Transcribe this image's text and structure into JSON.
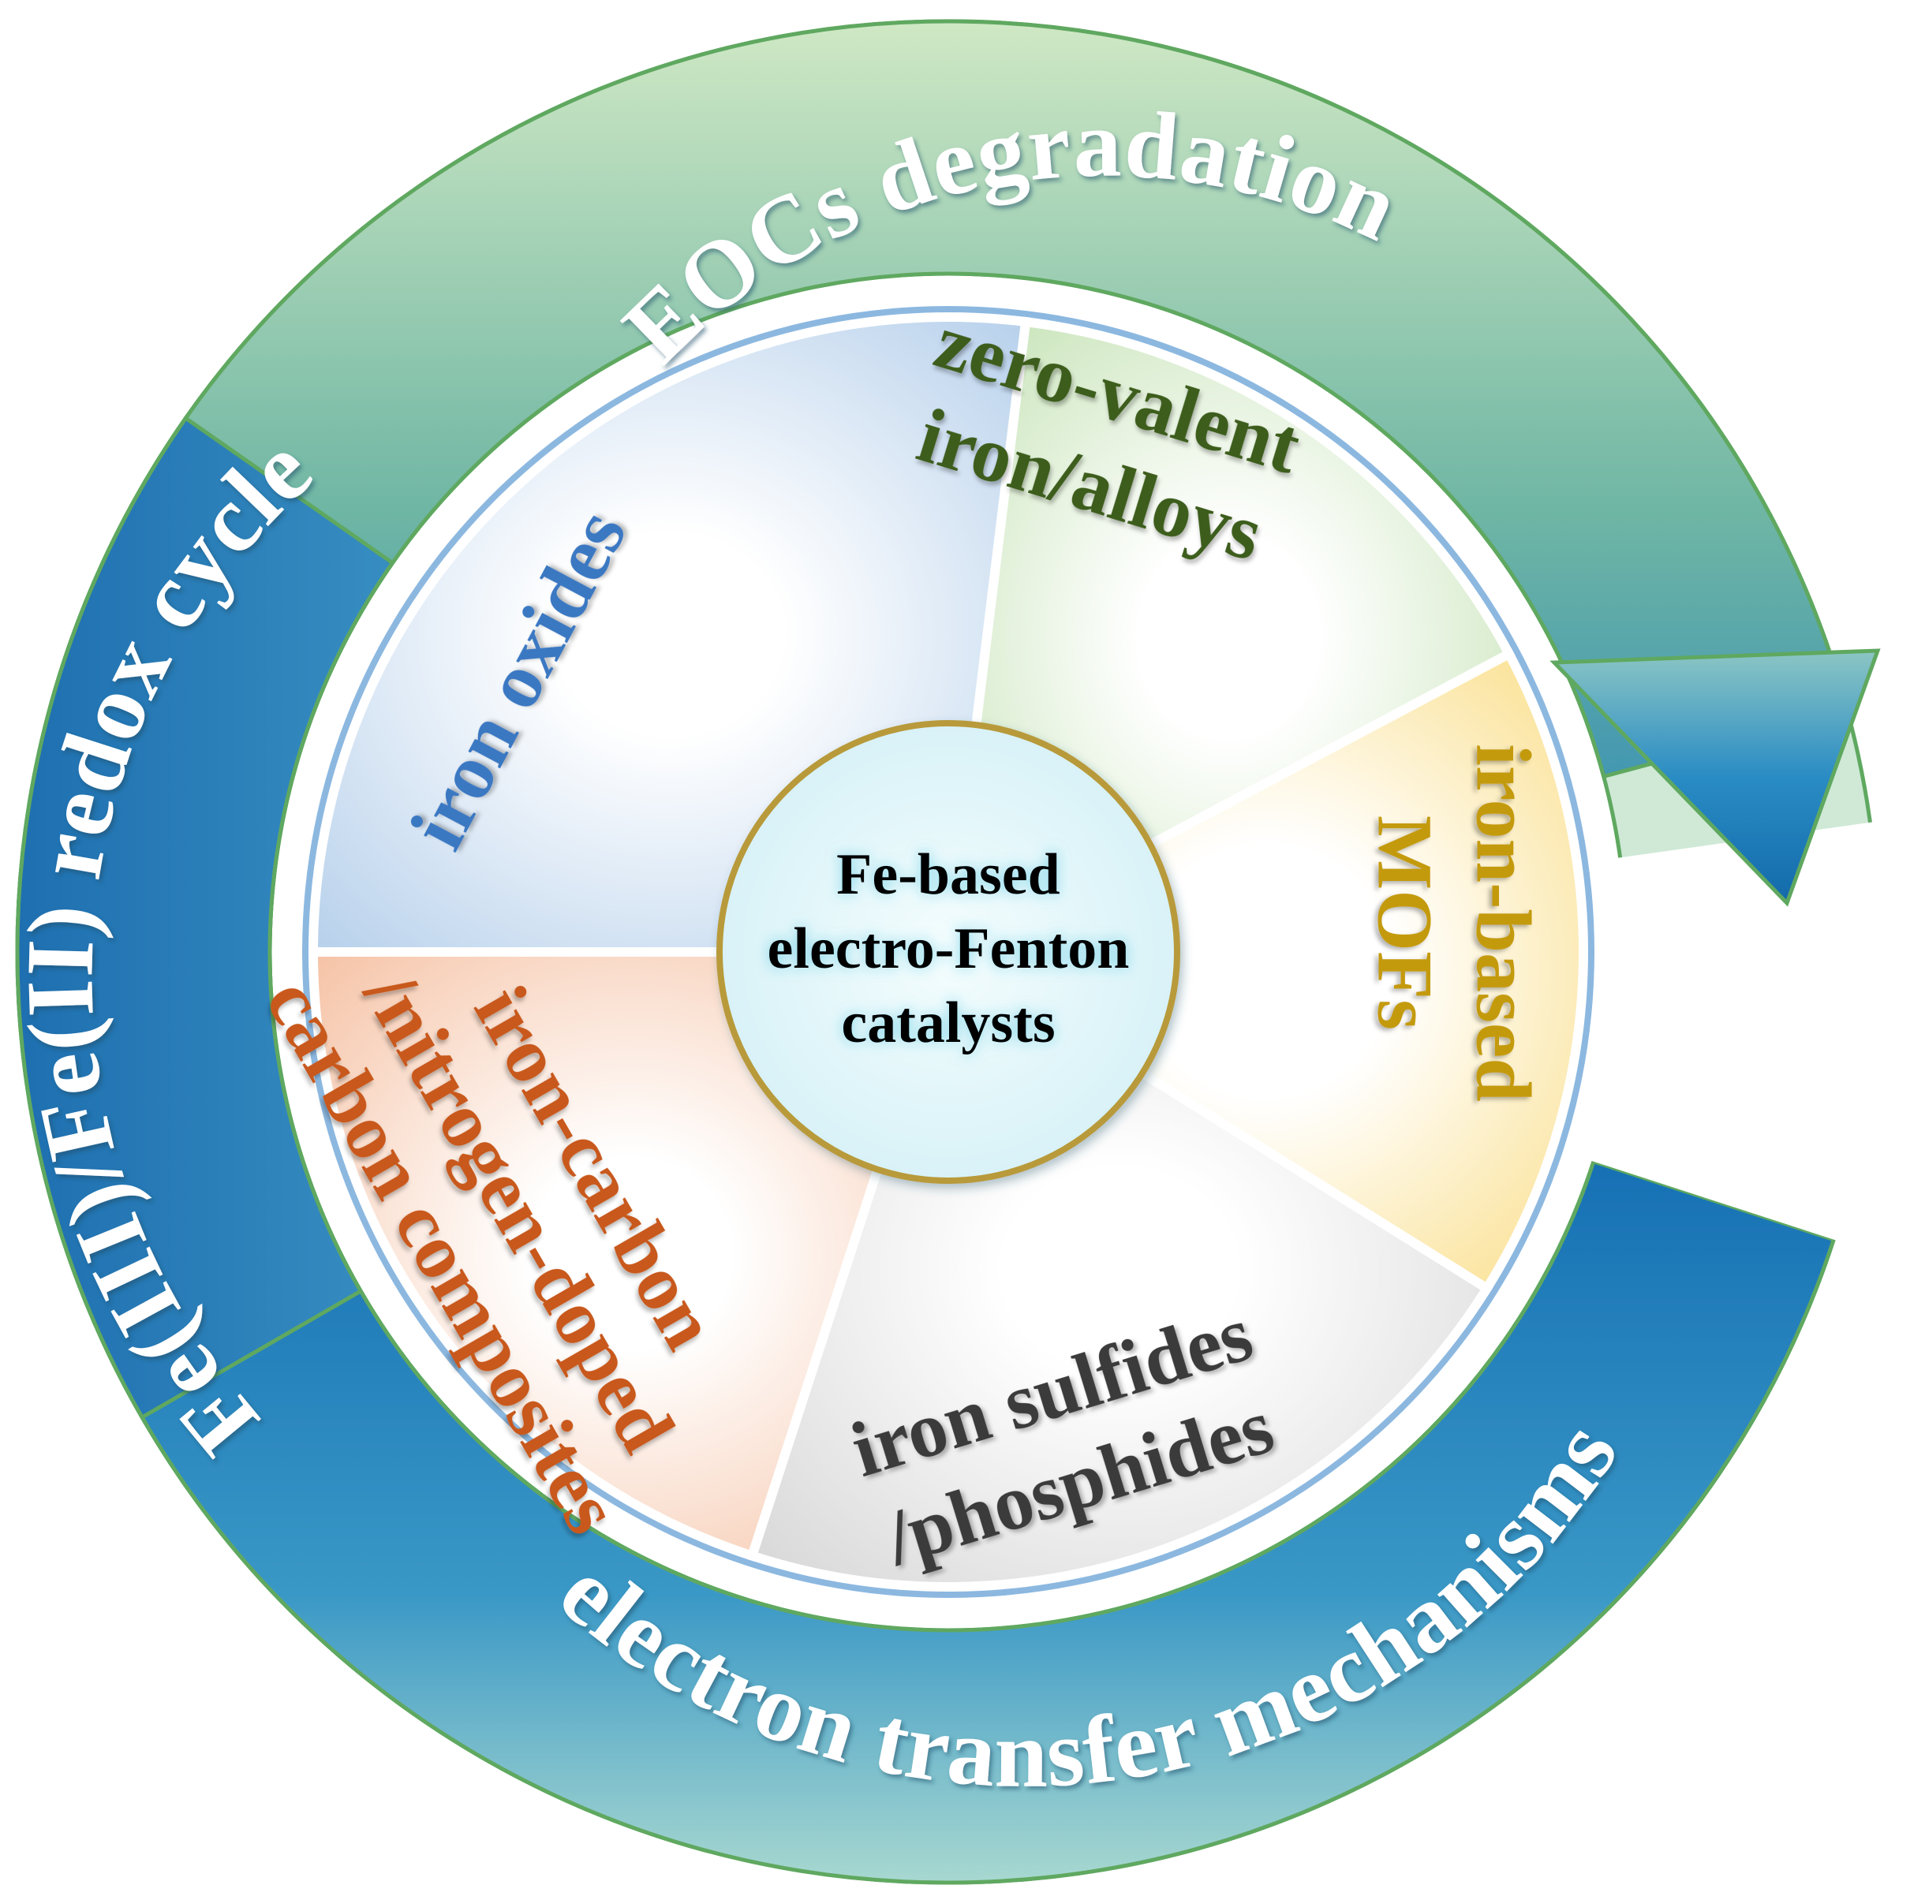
{
  "center": {
    "lines": [
      "Fe-based",
      "electro-Fenton",
      "catalysts"
    ],
    "fill_color": "#e6f8fb",
    "border_color": "#b89a3a"
  },
  "segments": [
    {
      "id": "iron-oxides",
      "lines": [
        "iron oxides"
      ],
      "text_color": "#3a78c2",
      "fill_color": "#c3d8ef"
    },
    {
      "id": "zero-valent-iron",
      "lines": [
        "zero-valent",
        "iron/alloys"
      ],
      "text_color": "#3c5d1e",
      "fill_color": "#c8e2b8"
    },
    {
      "id": "iron-based-mofs",
      "lines": [
        "iron-based",
        "MOFs"
      ],
      "text_color": "#c49a10",
      "fill_color": "#fbe39a"
    },
    {
      "id": "iron-sulfides",
      "lines": [
        "iron sulfides",
        "/phosphides"
      ],
      "text_color": "#3a3a3a",
      "fill_color": "#dcdcdc"
    },
    {
      "id": "iron-carbon",
      "lines": [
        "iron-carbon",
        "/nitrogen-doped",
        "carbon composites"
      ],
      "text_color": "#c8591c",
      "fill_color": "#f6ccb5"
    }
  ],
  "ring": {
    "top_label": "EOCs degradation",
    "left_label": "Fe(III)/Fe(II) redox cycle",
    "bottom_label": "electron transfer mechanisms",
    "arrow_color": "#1a78b8",
    "ring_color": "#a4d4b8"
  }
}
